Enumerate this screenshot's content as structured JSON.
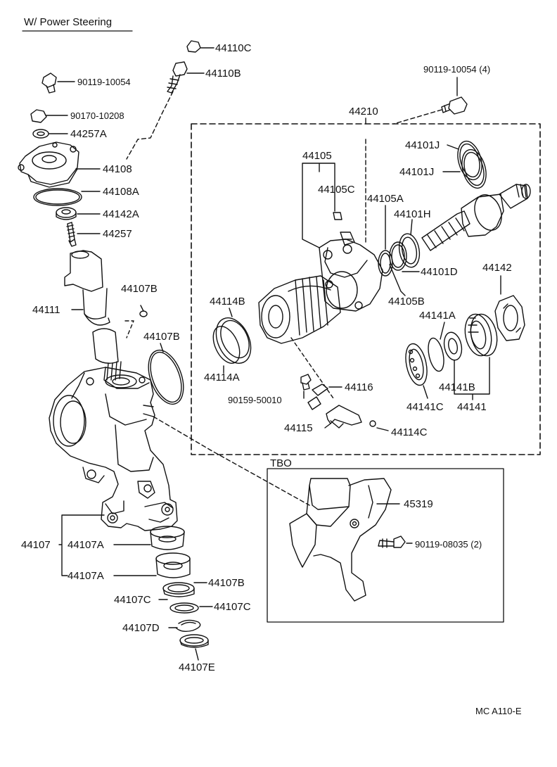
{
  "header": {
    "title": "W/  Power Steering"
  },
  "footer": {
    "code": "MC  A110-E"
  },
  "group_labels": {
    "assembly": "44210",
    "tbo": "TBO"
  },
  "labels": {
    "p44110C": "44110C",
    "p44110B": "44110B",
    "p90119_10054": "90119-10054",
    "p90170_10208": "90170-10208",
    "p44257A": "44257A",
    "p44108": "44108",
    "p44108A": "44108A",
    "p44142A": "44142A",
    "p44257": "44257",
    "p44107B_top": "44107B",
    "p44111": "44111",
    "p44107B_mid": "44107B",
    "p90119_10054_4": "90119-10054 (4)",
    "p44105": "44105",
    "p44105C": "44105C",
    "p44105A": "44105A",
    "p44101J_a": "44101J",
    "p44101J_b": "44101J",
    "p44101H": "44101H",
    "p44101D": "44101D",
    "p44142": "44142",
    "p44105B": "44105B",
    "p44114B": "44114B",
    "p44114A": "44114A",
    "p44141A": "44141A",
    "p44141B": "44141B",
    "p44141C": "44141C",
    "p44141": "44141",
    "p44116": "44116",
    "p90159_50010": "90159-50010",
    "p44115": "44115",
    "p44114C": "44114C",
    "p45319": "45319",
    "p90119_08035_2": "90119-08035 (2)",
    "p44107": "44107",
    "p44107A_a": "44107A",
    "p44107A_b": "44107A",
    "p44107B_low": "44107B",
    "p44107C_a": "44107C",
    "p44107C_b": "44107C",
    "p44107D": "44107D",
    "p44107E": "44107E"
  }
}
